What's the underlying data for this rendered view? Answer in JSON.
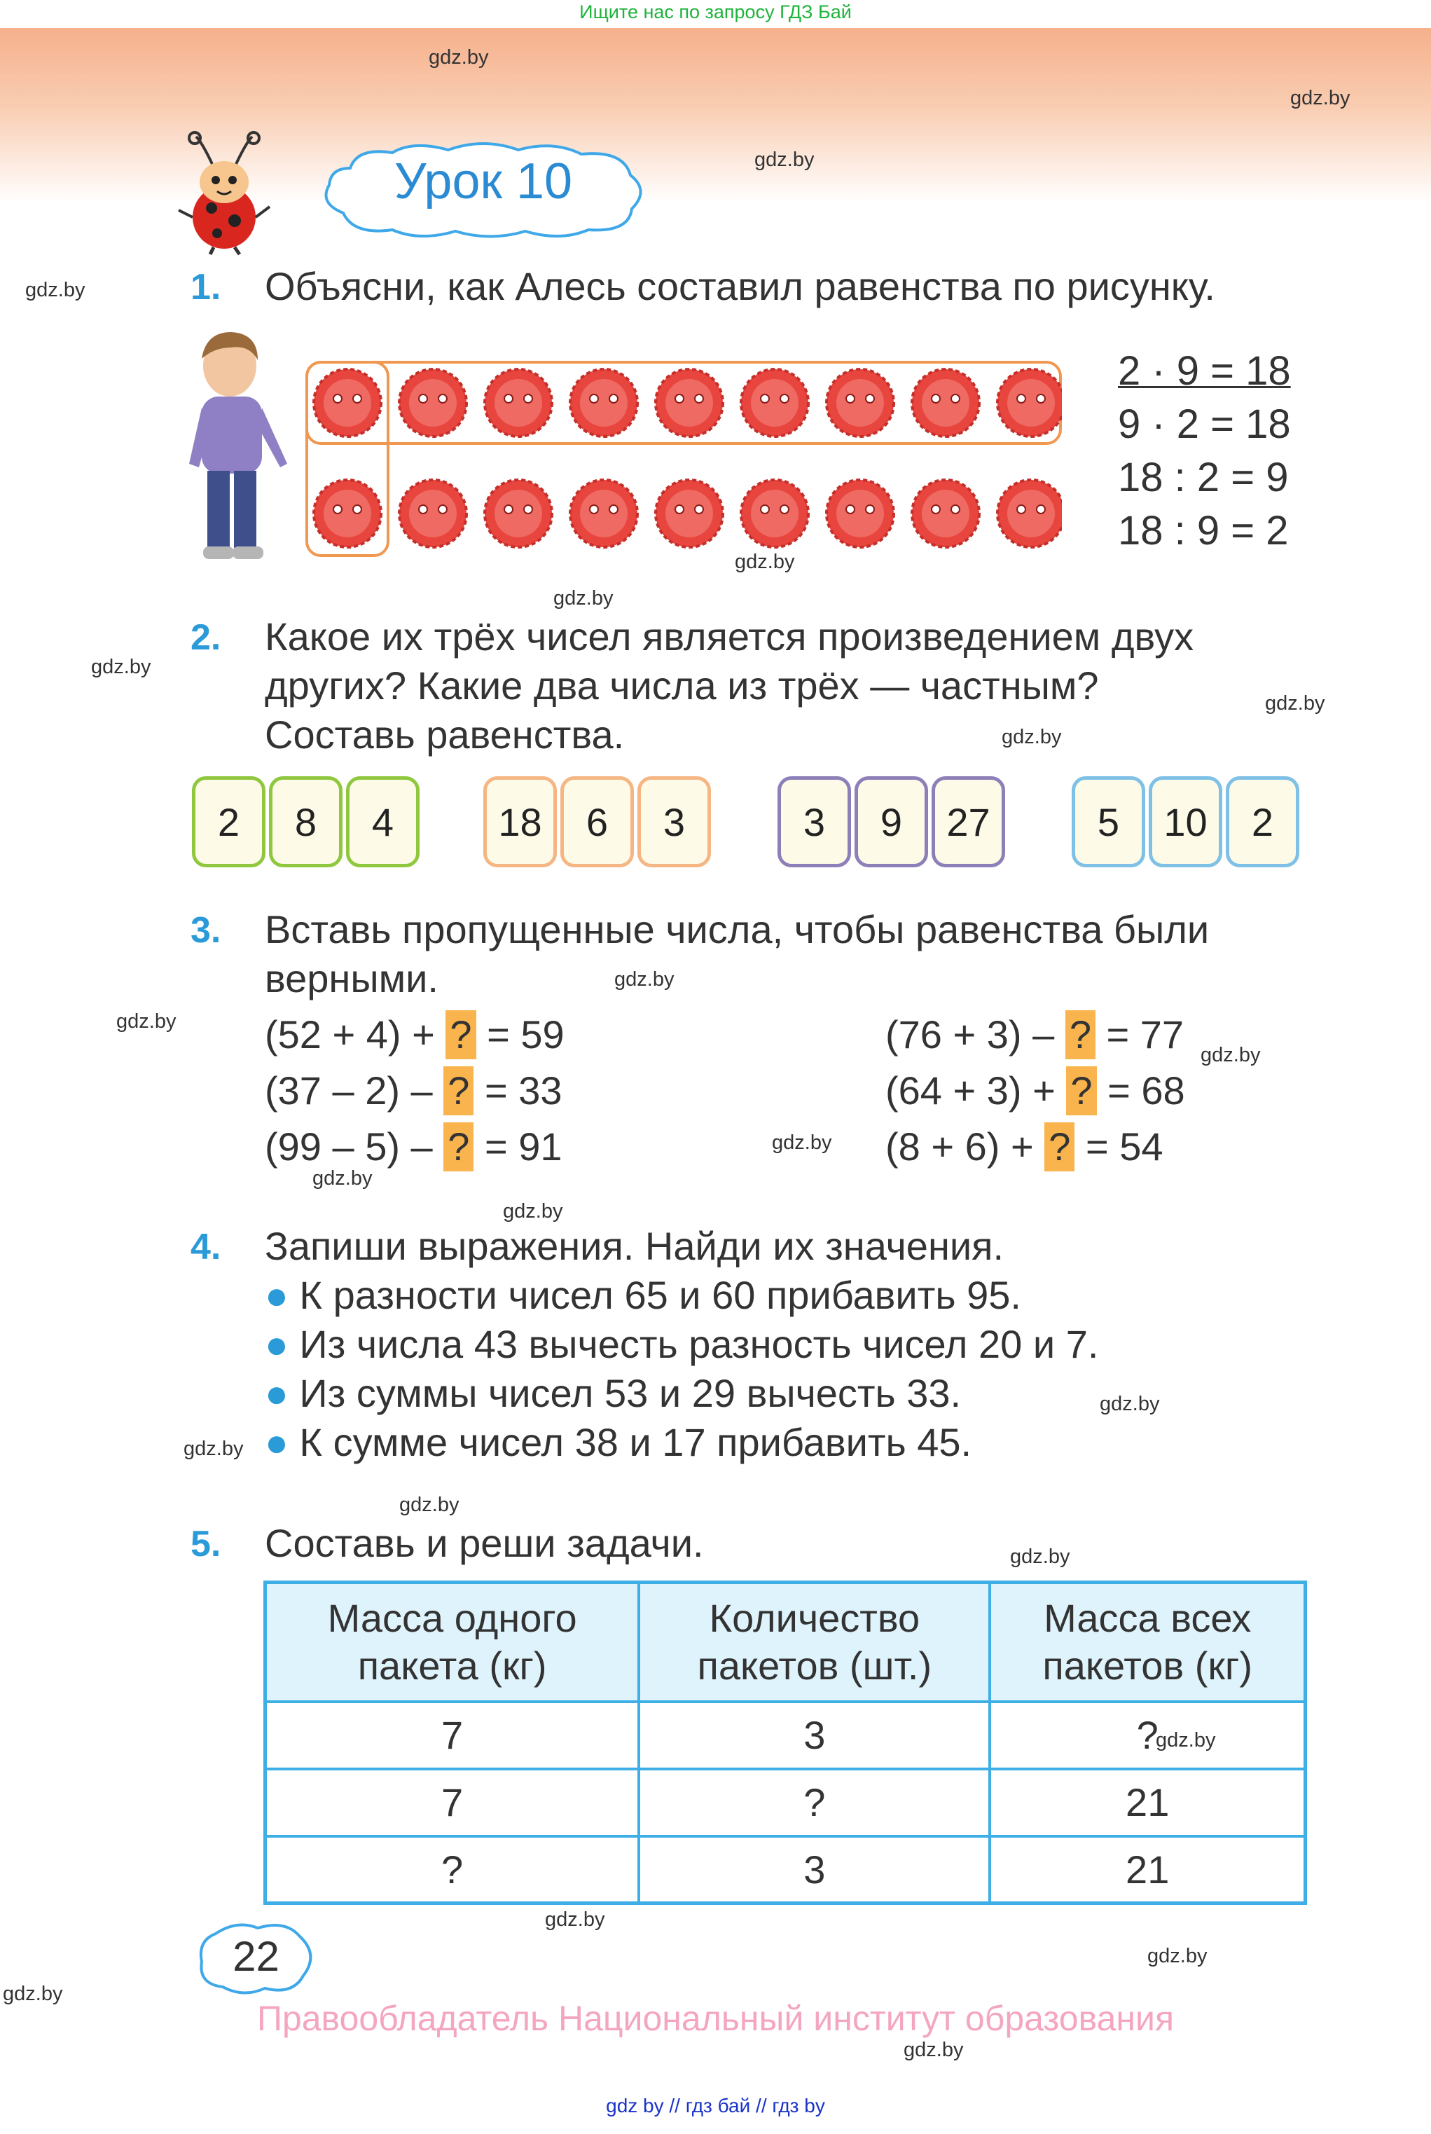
{
  "top_note": "Ищите нас по запросу ГДЗ Бай",
  "watermark": "gdz.by",
  "bottom_links": "gdz by  //  гдз бай  //  гдз by",
  "lesson_title": "Урок 10",
  "task1": {
    "number": "1.",
    "text": "Объясни, как Алесь составил равенства по рисунку.",
    "equations": [
      "2 · 9 = 18",
      "9 · 2 = 18",
      "18 : 2 = 9",
      "18 : 9 = 2"
    ]
  },
  "task2": {
    "number": "2.",
    "lines": [
      "Какое их трёх чисел является произведением двух",
      "других? Какие два числа из трёх — частным?",
      "Составь равенства."
    ],
    "groups": [
      {
        "numbers": [
          "2",
          "8",
          "4"
        ],
        "color": "#8fc83e"
      },
      {
        "numbers": [
          "18",
          "6",
          "3"
        ],
        "color": "#f5b684"
      },
      {
        "numbers": [
          "3",
          "9",
          "27"
        ],
        "color": "#8d7fb8"
      },
      {
        "numbers": [
          "5",
          "10",
          "2"
        ],
        "color": "#7ec0e6"
      }
    ]
  },
  "task3": {
    "number": "3.",
    "lines": [
      "Вставь пропущенные числа, чтобы равенства были",
      "верными."
    ],
    "left": [
      {
        "pre": "(52 + 4) + ",
        "q": "?",
        "post": " = 59"
      },
      {
        "pre": "(37 – 2) – ",
        "q": "?",
        "post": " = 33"
      },
      {
        "pre": "(99 – 5) – ",
        "q": "?",
        "post": " = 91"
      }
    ],
    "right": [
      {
        "pre": "(76 + 3) – ",
        "q": "?",
        "post": " = 77"
      },
      {
        "pre": "(64 + 3) + ",
        "q": "?",
        "post": " = 68"
      },
      {
        "pre": "(8 + 6) + ",
        "q": "?",
        "post": " = 54"
      }
    ]
  },
  "task4": {
    "number": "4.",
    "text": "Запиши выражения. Найди их значения.",
    "items": [
      "К разности чисел 65 и 60 прибавить 95.",
      "Из числа 43 вычесть разность чисел 20 и 7.",
      "Из суммы чисел 53 и 29 вычесть 33.",
      "К сумме чисел 38 и 17 прибавить 45."
    ]
  },
  "task5": {
    "number": "5.",
    "text": "Составь и реши задачи.",
    "headers": [
      [
        "Масса одного",
        "пакета (кг)"
      ],
      [
        "Количество",
        "пакетов (шт.)"
      ],
      [
        "Масса всех",
        "пакетов (кг)"
      ]
    ],
    "rows": [
      [
        "7",
        "3",
        "?"
      ],
      [
        "7",
        "?",
        "21"
      ],
      [
        "?",
        "3",
        "21"
      ]
    ]
  },
  "page_number": "22",
  "copyright": "Правообладатель Национальный институт образования",
  "colors": {
    "accent_blue": "#2a9ad8",
    "button_red": "#e8453f",
    "frame_orange": "#f09750",
    "table_blue": "#3eaee6"
  }
}
